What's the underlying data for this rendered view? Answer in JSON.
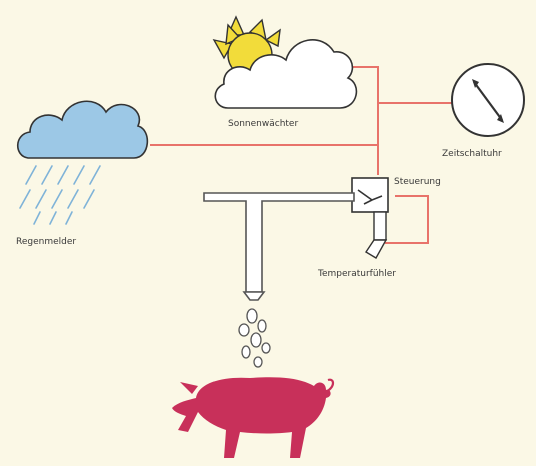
{
  "labels": {
    "sun_sensor": "Sonnenwächter",
    "timer": "Zeitschaltuhr",
    "rain_sensor": "Regenmelder",
    "control": "Steuerung",
    "temperature_sensor": "Temperaturfühler"
  },
  "colors": {
    "background": "#fbf8e6",
    "wire": "#e8736a",
    "cloud_blue": "#9cc8e6",
    "sun": "#f2dc3a",
    "pig": "#c8305a",
    "outline": "#333333",
    "pipe": "#555555"
  },
  "icons": {
    "sun_cloud": "sun-behind-cloud-icon",
    "rain_cloud": "rain-cloud-icon",
    "clock": "clock-dial-icon",
    "control_box": "switch-icon",
    "mist": "water-mist-icon",
    "pig": "pig-icon"
  }
}
